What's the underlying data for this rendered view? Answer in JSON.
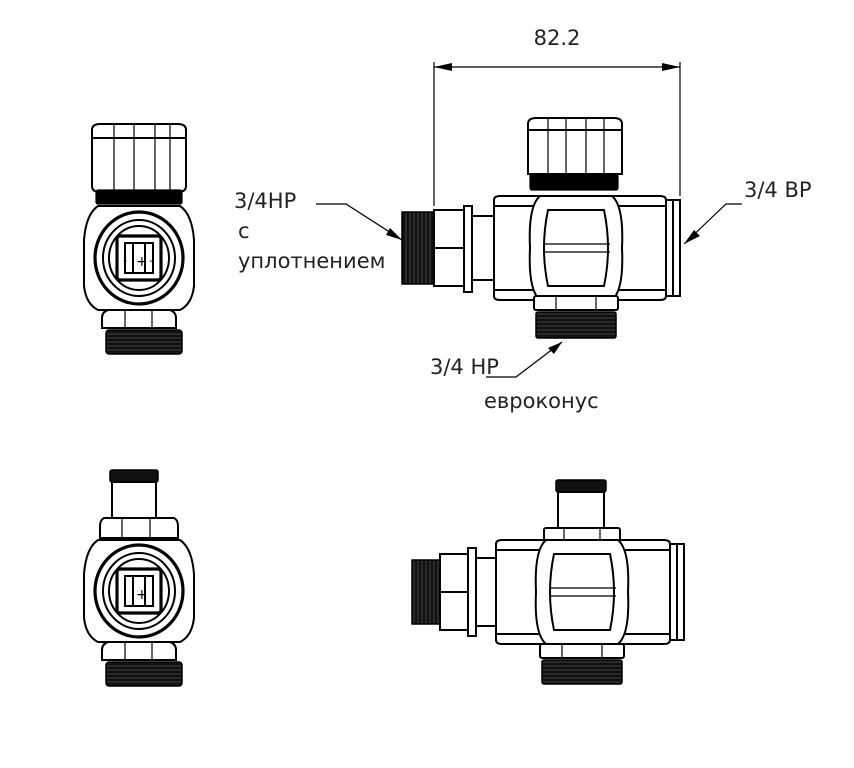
{
  "dimension": {
    "value": "82.2"
  },
  "callouts": {
    "top_left": {
      "line1": "3/4НР",
      "line2": "с",
      "line3": "уплотнением"
    },
    "top_right": {
      "text": "3/4 ВР"
    },
    "bottom": {
      "line1": "3/4  НР",
      "line2": "евроконус"
    }
  },
  "colors": {
    "ink": "#000000",
    "text": "#222222",
    "background": "#ffffff"
  }
}
